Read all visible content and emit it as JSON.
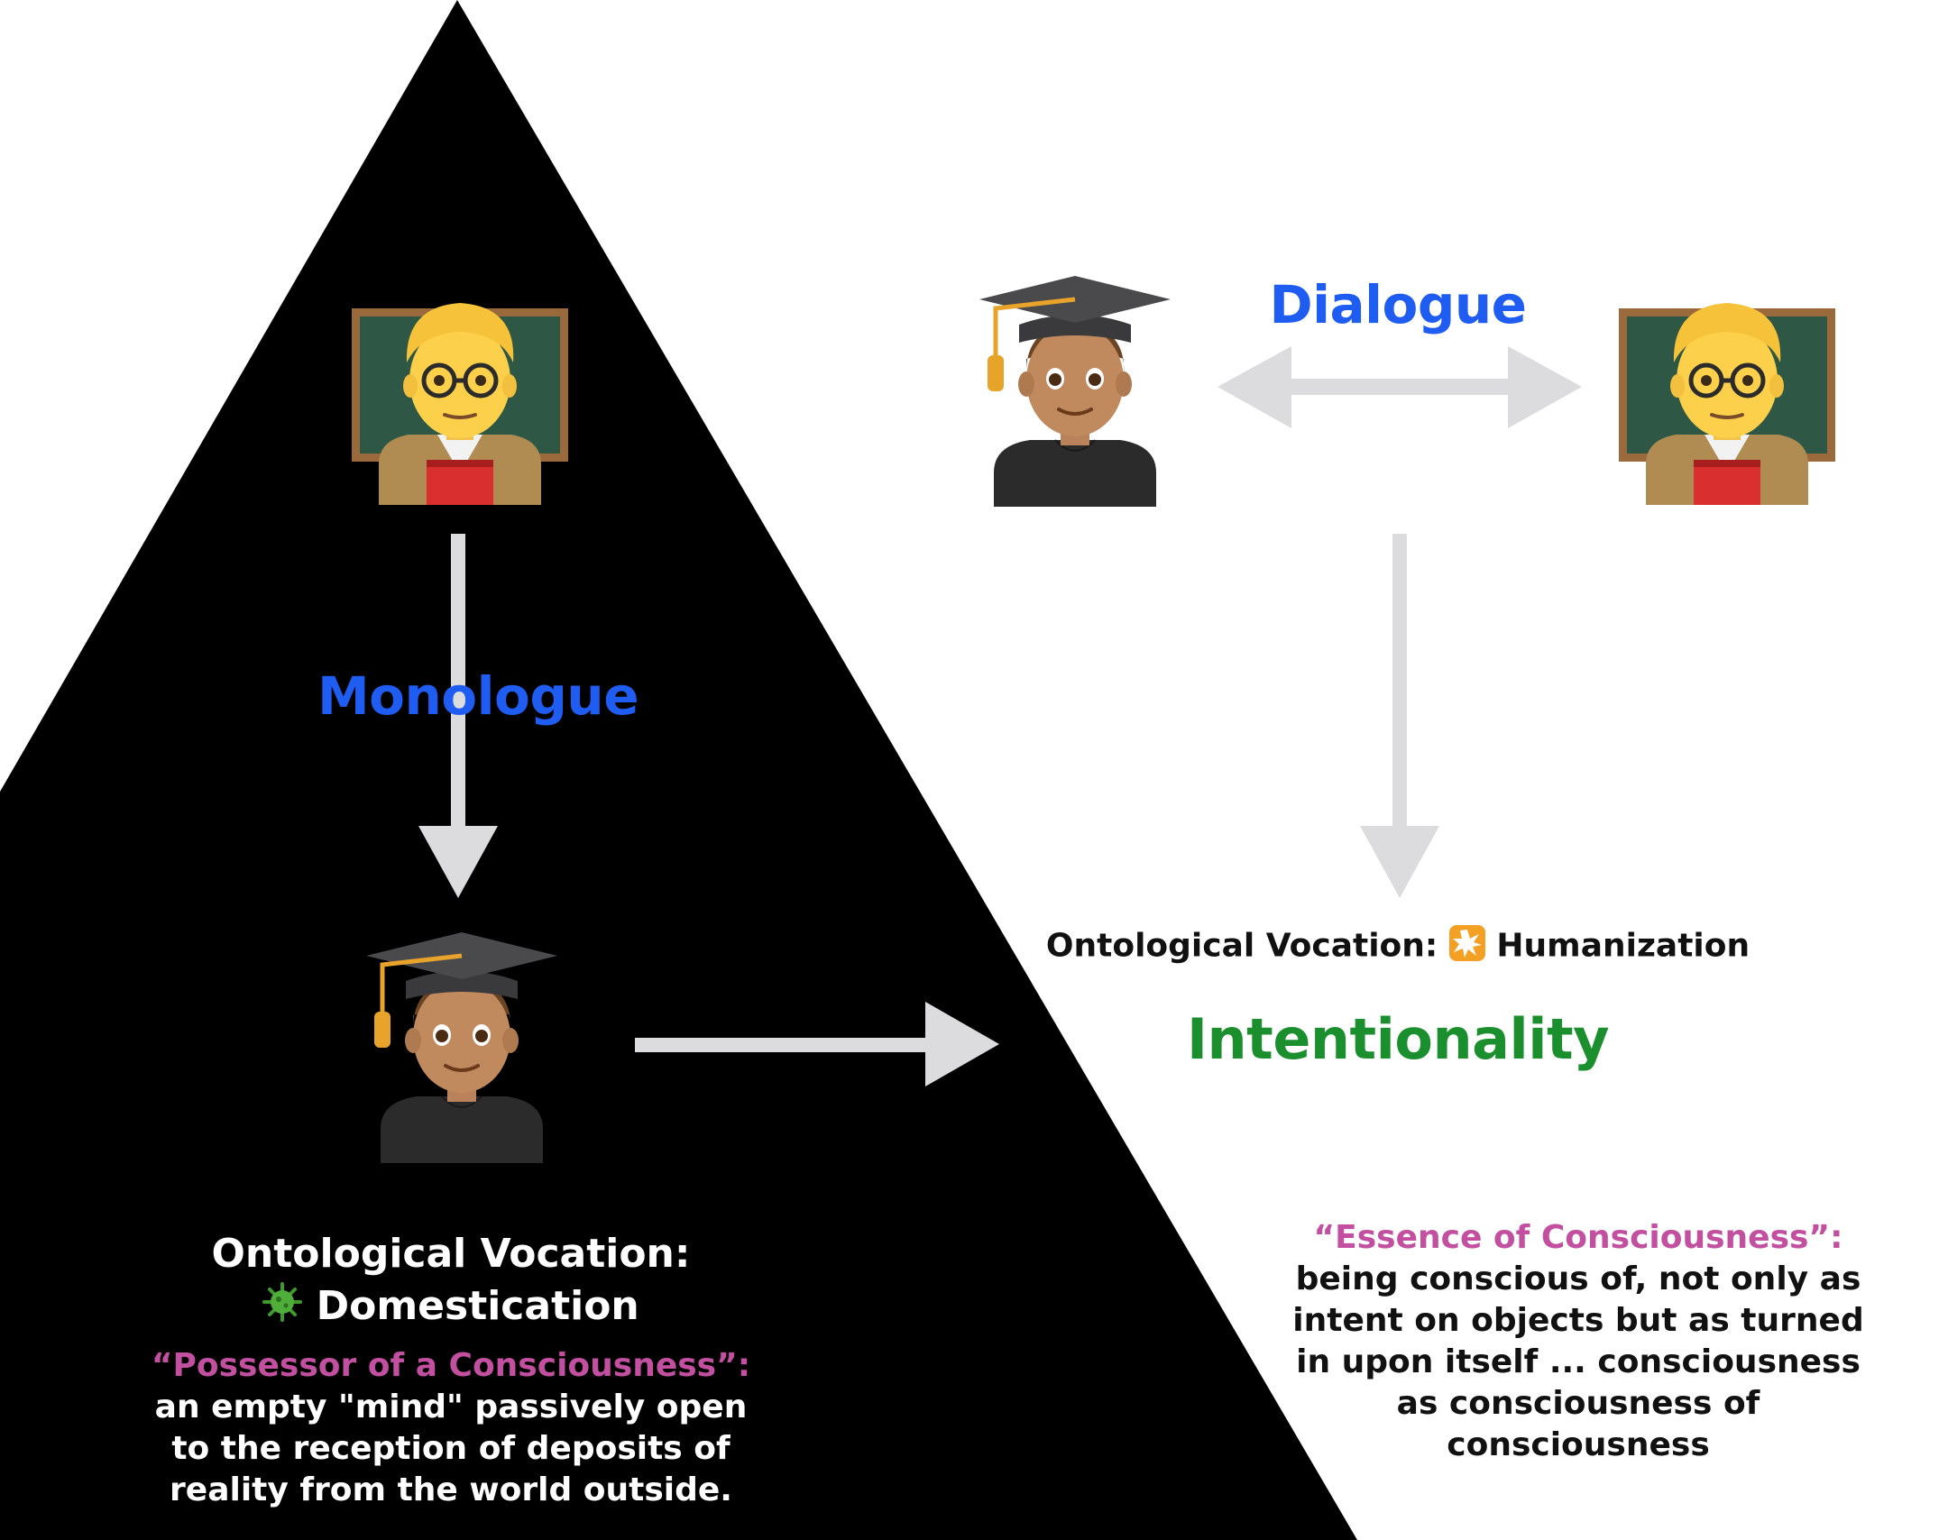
{
  "left": {
    "process_label": "Monologue",
    "vocation_label": "Ontological Vocation:",
    "vocation_value": "Domestication",
    "vocation_icon": "virus-icon",
    "quote_title": "“Possessor of a Consciousness”:",
    "quote_lines": [
      "an empty \"mind\" passively open",
      "to the reception of deposits of",
      "reality from the world outside."
    ]
  },
  "right": {
    "process_label": "Dialogue",
    "vocation_label": "Ontological Vocation:",
    "vocation_value": "Humanization",
    "vocation_icon": "collision-icon",
    "result_label": "Intentionality",
    "quote_title": "“Essence of Consciousness”:",
    "quote_lines": [
      "being conscious of, not only as",
      "intent on objects but as turned",
      "in upon itself ... consciousness",
      "as consciousness of",
      "consciousness"
    ]
  },
  "colors": {
    "pyramid": "#000000",
    "arrow": "#dcdcdf",
    "process_label": "#1f5cf2",
    "result_label": "#1b8f2e",
    "quote_title": "#c24f9f"
  },
  "icons": {
    "teacher": "man-teacher-icon",
    "student": "man-student-icon"
  }
}
